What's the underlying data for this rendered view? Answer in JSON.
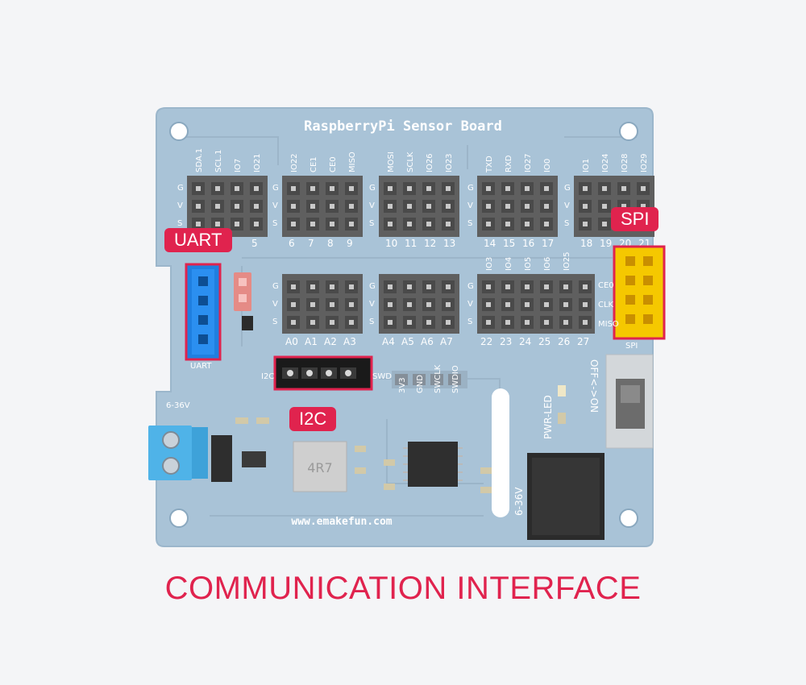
{
  "board": {
    "title": "RaspberryPi Sensor Board",
    "website": "www.emakefun.com",
    "power_label": "6-36V",
    "power_label_2": "6-36V",
    "pwr_led_label": "PWR-LED",
    "switch_label": "OFF<->ON",
    "inductor_label": "4R7",
    "uart_silk": "UART",
    "spi_silk": "SPI",
    "i2c_silk": "I2C",
    "swd_silk": "SWD",
    "row_letters": [
      "G",
      "V",
      "S"
    ],
    "top_headers": [
      {
        "names": [
          "SDA.1",
          "SCL.1",
          "IO7",
          "IO21"
        ],
        "nums": [
          "",
          "",
          "",
          "5"
        ]
      },
      {
        "names": [
          "IO22",
          "CE1",
          "CE0",
          "MISO"
        ],
        "nums": [
          "6",
          "7",
          "8",
          "9"
        ]
      },
      {
        "names": [
          "MOSI",
          "SCLK",
          "IO26",
          "IO23"
        ],
        "nums": [
          "10",
          "11",
          "12",
          "13"
        ]
      },
      {
        "names": [
          "TXD",
          "RXD",
          "IO27",
          "IO0"
        ],
        "nums": [
          "14",
          "15",
          "16",
          "17"
        ]
      },
      {
        "names": [
          "IO1",
          "IO24",
          "IO28",
          "IO29"
        ],
        "nums": [
          "18",
          "19",
          "20",
          "21"
        ]
      }
    ],
    "bottom_headers": [
      {
        "names": [
          "",
          "",
          "",
          ""
        ],
        "nums": [
          "A0",
          "A1",
          "A2",
          "A3"
        ]
      },
      {
        "names": [
          "",
          "",
          "",
          ""
        ],
        "nums": [
          "A4",
          "A5",
          "A6",
          "A7"
        ]
      },
      {
        "names": [
          "IO3",
          "IO4",
          "IO5",
          "IO6",
          "IO25"
        ],
        "nums": [
          "22",
          "23",
          "24",
          "25",
          "26",
          "27"
        ]
      }
    ],
    "swd_pins": [
      "3V3",
      "GND",
      "SWCLK",
      "SWDIO"
    ],
    "spi_side_labels": [
      "CE0",
      "CLK",
      "MISO"
    ]
  },
  "callouts": {
    "uart": "UART",
    "spi": "SPI",
    "i2c": "I2C"
  },
  "colors": {
    "board": "#a9c3d7",
    "accent": "#e0234e",
    "uart_connector": "#1f7fe0",
    "spi_connector": "#f5c800",
    "i2c_connector": "#1a1a1a"
  },
  "caption": "COMMUNICATION INTERFACE"
}
